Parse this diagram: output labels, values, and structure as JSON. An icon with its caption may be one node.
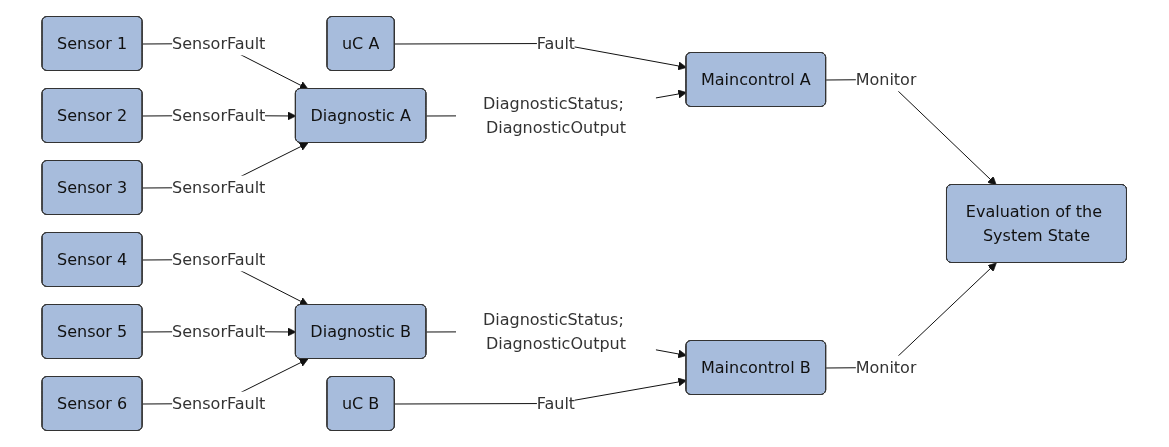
{
  "diagram": {
    "nodes": [
      {
        "text": [
          "uC A"
        ]
      },
      {
        "text": [
          "Sensor 1"
        ]
      },
      {
        "text": [
          "Sensor 2"
        ]
      },
      {
        "text": [
          "Sensor 3"
        ]
      },
      {
        "text": [
          "Diagnostic A"
        ]
      },
      {
        "text": [
          "Maincontrol A"
        ]
      },
      {
        "text": [
          "Evaluation of the System State"
        ]
      },
      {
        "text": [
          "Sensor 4"
        ]
      },
      {
        "text": [
          "Sensor 5"
        ]
      },
      {
        "text": [
          "Sensor 6"
        ]
      },
      {
        "text": [
          "Diagnostic B"
        ]
      },
      {
        "text": [
          "Maincontrol B"
        ]
      },
      {
        "text": [
          "uC B"
        ]
      }
    ],
    "edges": [
      {
        "from": 0,
        "to": 5,
        "arrow": "to",
        "label": "Fault"
      },
      {
        "from": 1,
        "to": 4,
        "arrow": "to",
        "label": "SensorFault"
      },
      {
        "from": 2,
        "to": 4,
        "arrow": "to",
        "label": "SensorFault"
      },
      {
        "from": 3,
        "to": 4,
        "arrow": "to",
        "label": "SensorFault"
      },
      {
        "from": 4,
        "to": 5,
        "arrow": "to",
        "label": "DiagnosticStatus; DiagnosticOutput"
      },
      {
        "from": 5,
        "to": 6,
        "arrow": "to",
        "label": "Monitor"
      },
      {
        "from": 7,
        "to": 10,
        "arrow": "to",
        "label": "SensorFault"
      },
      {
        "from": 8,
        "to": 10,
        "arrow": "to",
        "label": "SensorFault"
      },
      {
        "from": 9,
        "to": 10,
        "arrow": "to",
        "label": "SensorFault"
      },
      {
        "from": 10,
        "to": 11,
        "arrow": "to",
        "label": "DiagnosticStatus; DiagnosticOutput"
      },
      {
        "from": 11,
        "to": 6,
        "arrow": "to",
        "label": "Monitor"
      },
      {
        "from": 12,
        "to": 11,
        "arrow": "to",
        "label": "Fault"
      }
    ]
  }
}
